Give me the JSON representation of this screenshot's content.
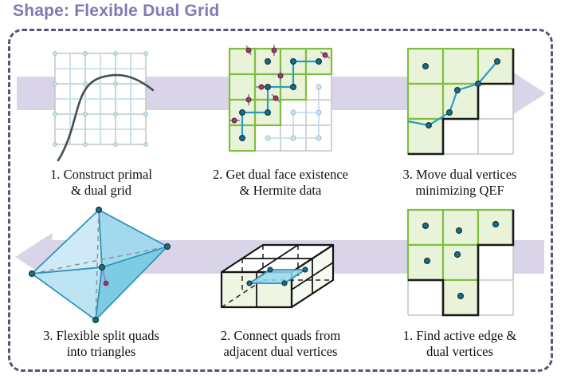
{
  "title": "Shape: Flexible Dual Grid",
  "colors": {
    "title": "#8677b4",
    "border": "#565377",
    "arrow": "#d9d4e8",
    "green-fill": "#e9f3da",
    "green-stroke": "#7fbf3f",
    "blue-line": "#2a9bc9",
    "teal-dot": "#1f6b80",
    "hermite-dot": "#a63a66",
    "grid-gray": "#c6c6c6",
    "stair-black": "#1b1b1b",
    "caption": "#111111"
  },
  "rows": [
    {
      "direction": "right",
      "steps": [
        {
          "name": "construct-primal-dual-grid",
          "lines": [
            "1. Construct primal",
            "& dual grid"
          ]
        },
        {
          "name": "dual-face-existence-hermite",
          "lines": [
            "2. Get dual face existence",
            "& Hermite data"
          ]
        },
        {
          "name": "move-dual-vertices-qef",
          "lines": [
            "3. Move dual vertices",
            "minimizing QEF"
          ]
        }
      ]
    },
    {
      "direction": "left",
      "steps": [
        {
          "name": "flexible-split-quads",
          "lines": [
            "3. Flexible split quads",
            "into triangles"
          ]
        },
        {
          "name": "connect-quads-adjacent-dual-vertices",
          "lines": [
            "2. Connect quads from",
            "adjacent dual vertices"
          ]
        },
        {
          "name": "find-active-edge-dual-vertices",
          "lines": [
            "1. Find active edge &",
            "dual vertices"
          ]
        }
      ]
    }
  ]
}
